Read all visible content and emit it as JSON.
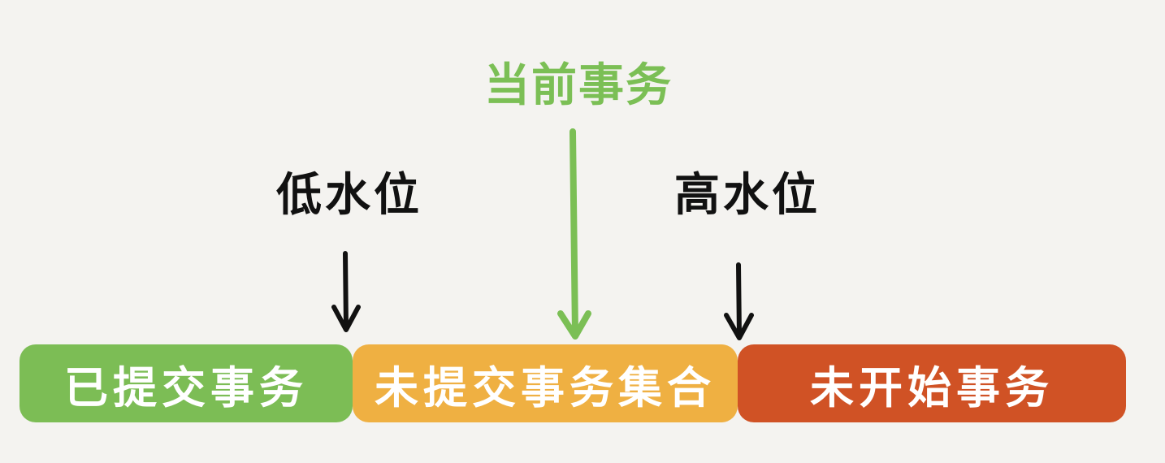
{
  "labels": {
    "current_transaction": "当前事务",
    "low_watermark": "低水位",
    "high_watermark": "高水位"
  },
  "segments": [
    {
      "label": "已提交事务",
      "color": "#7cbd55"
    },
    {
      "label": "未提交事务集合",
      "color": "#efb042"
    },
    {
      "label": "未开始事务",
      "color": "#d05225"
    }
  ],
  "colors": {
    "background": "#f4f3f0",
    "current_transaction": "#7bbf55",
    "pointer_dark": "#111111"
  }
}
